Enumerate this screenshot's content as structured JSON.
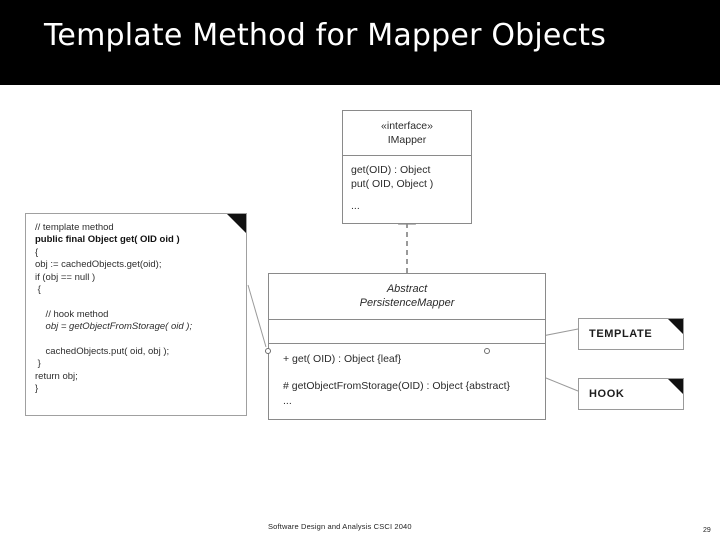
{
  "slide": {
    "title": "Template Method for Mapper Objects",
    "background_color": "#ffffff",
    "banner_color": "#000000",
    "title_color": "#ffffff"
  },
  "interface_box": {
    "stereotype": "«interface»",
    "name": "IMapper",
    "operations": [
      "get(OID) : Object",
      "put( OID, Object )",
      "..."
    ]
  },
  "abstract_class_box": {
    "stereotype": "Abstract",
    "name": "PersistenceMapper",
    "attributes": [],
    "operations": [
      "+ get( OID) : Object   {leaf}",
      "# getObjectFromStorage(OID) : Object {abstract}",
      "..."
    ]
  },
  "code_note": {
    "lines": [
      {
        "text": "// template method",
        "style": "plain"
      },
      {
        "text": "public final Object get( OID oid )",
        "style": "bold"
      },
      {
        "text": "{",
        "style": "plain"
      },
      {
        "text": "obj := cachedObjects.get(oid);",
        "style": "plain"
      },
      {
        "text": "if (obj == null )",
        "style": "plain"
      },
      {
        "text": " {",
        "style": "plain"
      },
      {
        "text": "",
        "style": "plain"
      },
      {
        "text": "    // hook method",
        "style": "plain"
      },
      {
        "text": "    obj = getObjectFromStorage( oid );",
        "style": "italic"
      },
      {
        "text": "",
        "style": "plain"
      },
      {
        "text": "    cachedObjects.put( oid, obj );",
        "style": "plain"
      },
      {
        "text": " }",
        "style": "plain"
      },
      {
        "text": "return obj;",
        "style": "plain"
      },
      {
        "text": "}",
        "style": "plain"
      }
    ]
  },
  "callouts": [
    {
      "label": "TEMPLATE"
    },
    {
      "label": "HOOK"
    }
  ],
  "relationship": {
    "type": "realization",
    "notation": "dashed line with hollow triangle"
  },
  "footer": {
    "course_text": "Software Design and Analysis CSCI 2040",
    "page_number": "29"
  }
}
